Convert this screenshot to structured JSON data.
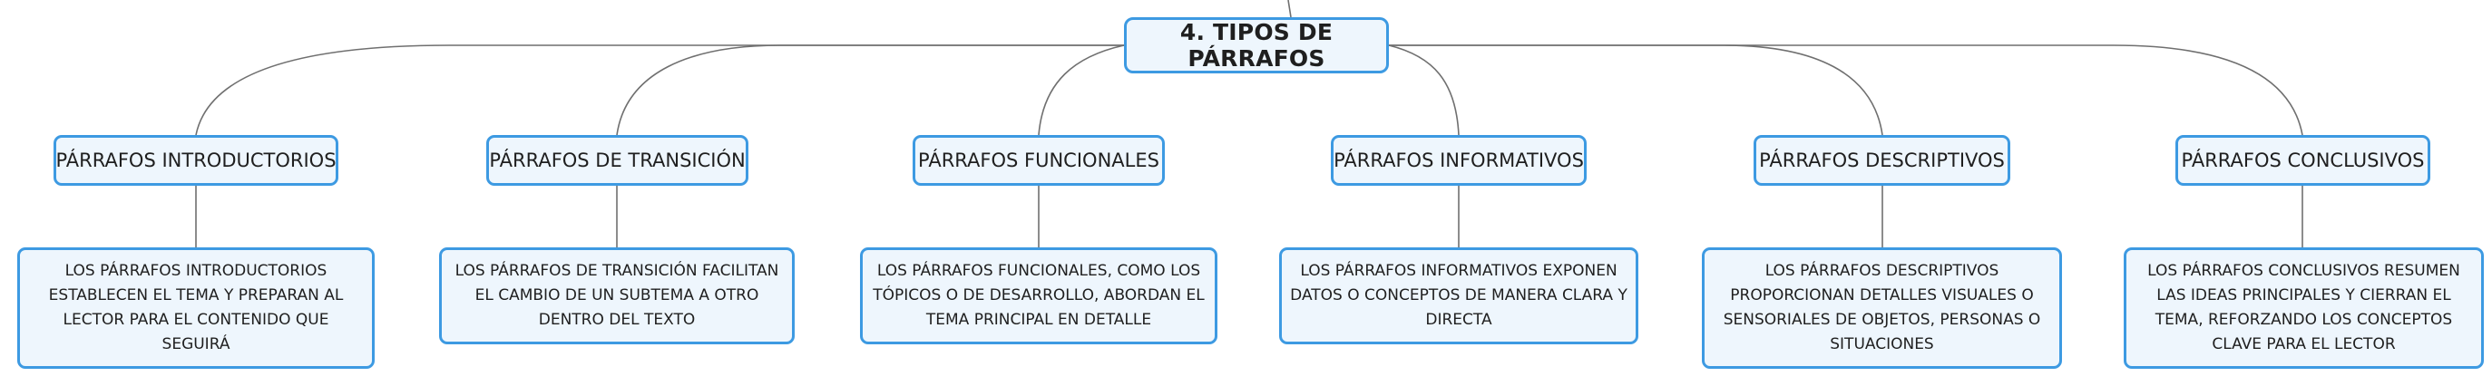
{
  "map": {
    "root": "4. TIPOS DE PÁRRAFOS",
    "branches": [
      {
        "title": "PÁRRAFOS INTRODUCTORIOS",
        "description": "LOS PÁRRAFOS INTRODUCTORIOS ESTABLECEN EL TEMA Y PREPARAN AL LECTOR PARA EL CONTENIDO QUE SEGUIRÁ"
      },
      {
        "title": "PÁRRAFOS DE TRANSICIÓN",
        "description": "LOS PÁRRAFOS DE TRANSICIÓN FACILITAN EL CAMBIO DE UN SUBTEMA A OTRO DENTRO DEL TEXTO"
      },
      {
        "title": "PÁRRAFOS FUNCIONALES",
        "description": "LOS PÁRRAFOS FUNCIONALES, COMO LOS TÓPICOS O DE DESARROLLO, ABORDAN EL TEMA PRINCIPAL EN DETALLE"
      },
      {
        "title": "PÁRRAFOS INFORMATIVOS",
        "description": "LOS PÁRRAFOS INFORMATIVOS EXPONEN DATOS O CONCEPTOS DE MANERA CLARA Y DIRECTA"
      },
      {
        "title": "PÁRRAFOS DESCRIPTIVOS",
        "description": "LOS PÁRRAFOS DESCRIPTIVOS PROPORCIONAN DETALLES VISUALES O SENSORIALES DE OBJETOS, PERSONAS O SITUACIONES"
      },
      {
        "title": "PÁRRAFOS CONCLUSIVOS",
        "description": "LOS PÁRRAFOS CONCLUSIVOS RESUMEN LAS IDEAS PRINCIPALES Y CIERRAN EL TEMA, REFORZANDO LOS CONCEPTOS CLAVE PARA EL LECTOR"
      }
    ]
  }
}
